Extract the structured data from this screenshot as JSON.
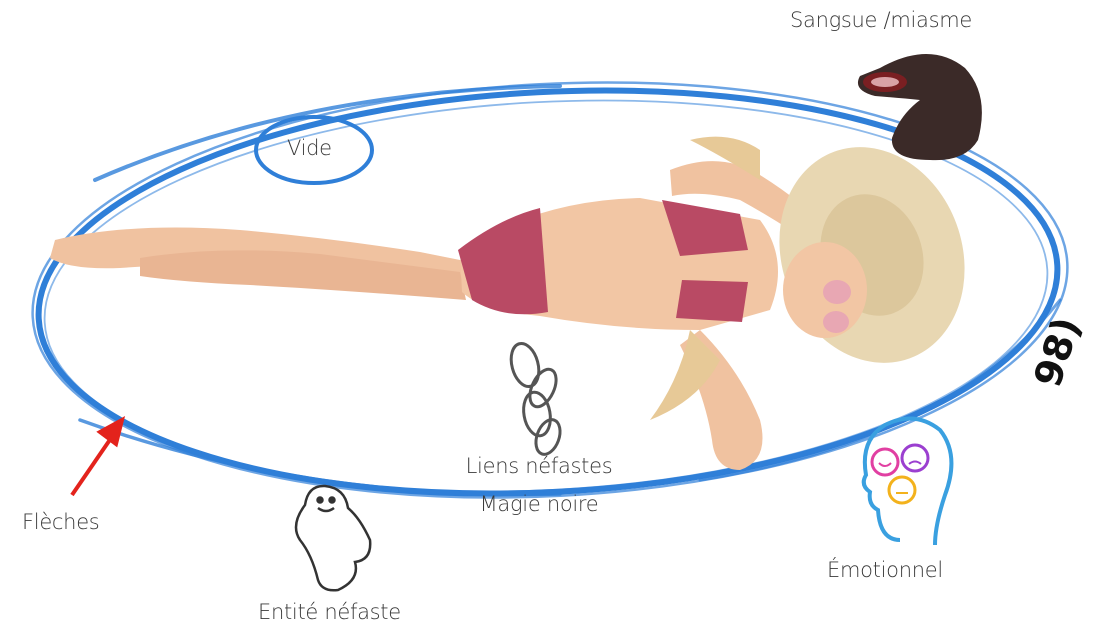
{
  "labels": {
    "leech": "Sangsue /miasme",
    "void": "Vide",
    "arrows": "Flèches",
    "ties_line1": "Liens néfastes",
    "ties_line2": "Magie noire",
    "entity": "Entité néfaste",
    "emotional": "Émotionnel"
  },
  "side_mark": "98)",
  "colors": {
    "aura": "#2f7fd8",
    "arrow": "#e3231c",
    "leech": "#3b2a28",
    "face_happy": "#e13fa2",
    "face_sad": "#9b3fd0",
    "face_neutral": "#f3b21c",
    "head_outline": "#3aa0e0"
  },
  "icons": [
    "leech-icon",
    "ghost-icon",
    "chain-icon",
    "head-emotions-icon",
    "red-arrow-icon",
    "woman-figure"
  ]
}
